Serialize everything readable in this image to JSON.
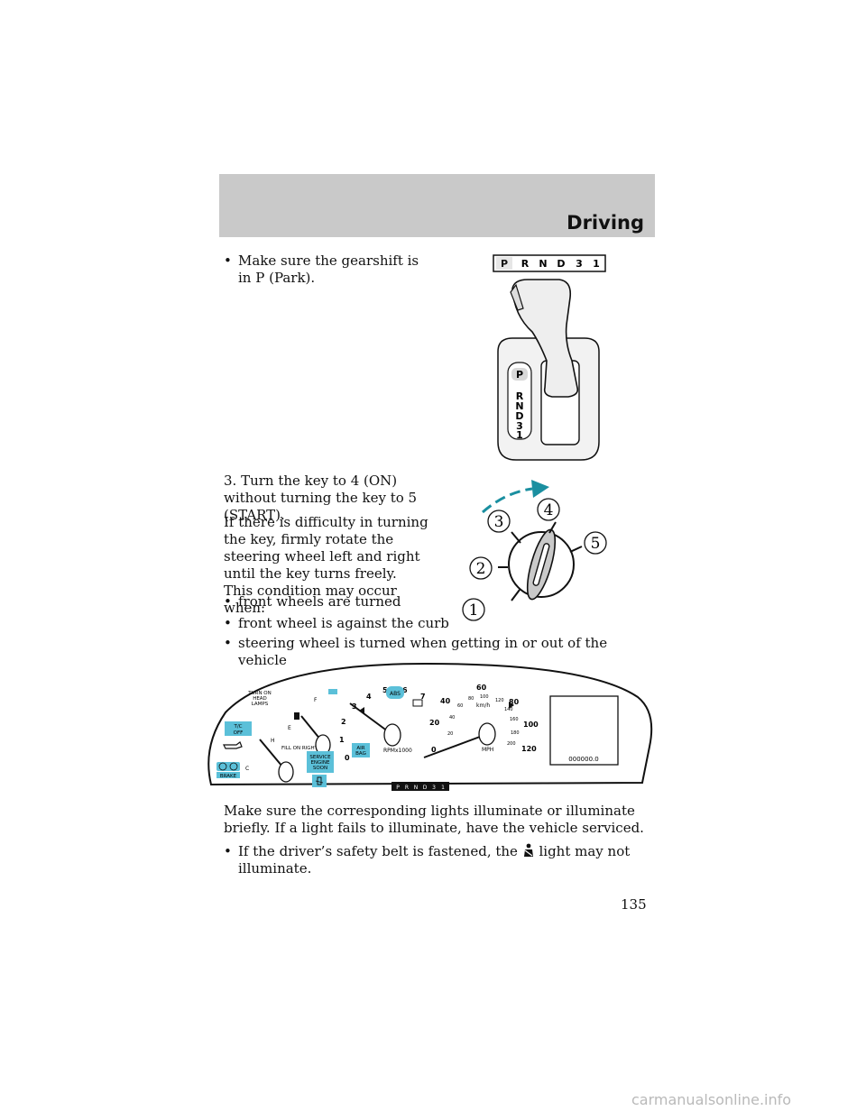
{
  "header": {
    "section_title": "Driving"
  },
  "bullets_top": [
    "Make sure the gearshift is in P (Park)."
  ],
  "step3": "3. Turn the key to 4 (ON) without turning the key to 5 (START).",
  "difficulty_para": "If there is difficulty in turning the key, firmly rotate the steering wheel left and right until the key turns freely. This condition may occur when:",
  "conditions": [
    "front wheels are turned",
    "front wheel is against the curb",
    "steering wheel is turned when getting in or out of the vehicle"
  ],
  "lights_para": "Make sure the corresponding lights illuminate or illuminate briefly. If a light fails to illuminate, have the vehicle serviced.",
  "belt_note_before": "If the driver’s safety belt is fastened, the",
  "belt_note_after": "light may not illuminate.",
  "page_number": "135",
  "site": "carmanualsonline.info",
  "gear_figure": {
    "indicator_bar": [
      "P",
      "R",
      "N",
      "D",
      "3",
      "1"
    ],
    "gate_letters": [
      "P",
      "R",
      "N",
      "D",
      "3",
      "1"
    ]
  },
  "ignition_figure": {
    "positions": [
      "1",
      "2",
      "3",
      "4",
      "5"
    ]
  },
  "cluster_figure": {
    "turn_on_head_lamps": [
      "TURN ON",
      "HEAD",
      "LAMPS"
    ],
    "tc_off": [
      "T/C",
      "OFF"
    ],
    "fuel_labels": [
      "F",
      "E"
    ],
    "fill_on_right": "FILL ON RIGHT >",
    "temp_labels": [
      "H",
      "C"
    ],
    "brake": "BRAKE",
    "service_engine_soon": [
      "SERVICE",
      "ENGINE",
      "SOON"
    ],
    "air_bag": [
      "AIR",
      "BAG"
    ],
    "abs": "ABS",
    "rpm_ticks": [
      "0",
      "1",
      "2",
      "3",
      "4",
      "5",
      "6",
      "7"
    ],
    "rpm_label": "RPMx1000",
    "mph_ticks": [
      "0",
      "20",
      "40",
      "60",
      "80",
      "100",
      "120"
    ],
    "mph_label": "MPH",
    "kmh_ticks": [
      "20",
      "40",
      "60",
      "80",
      "100",
      "120",
      "140",
      "160",
      "180",
      "200"
    ],
    "kmh_label": "km/h",
    "odometer": "000000.0",
    "prnd_strip": [
      "P",
      "R",
      "N",
      "D",
      "3",
      "1"
    ]
  }
}
